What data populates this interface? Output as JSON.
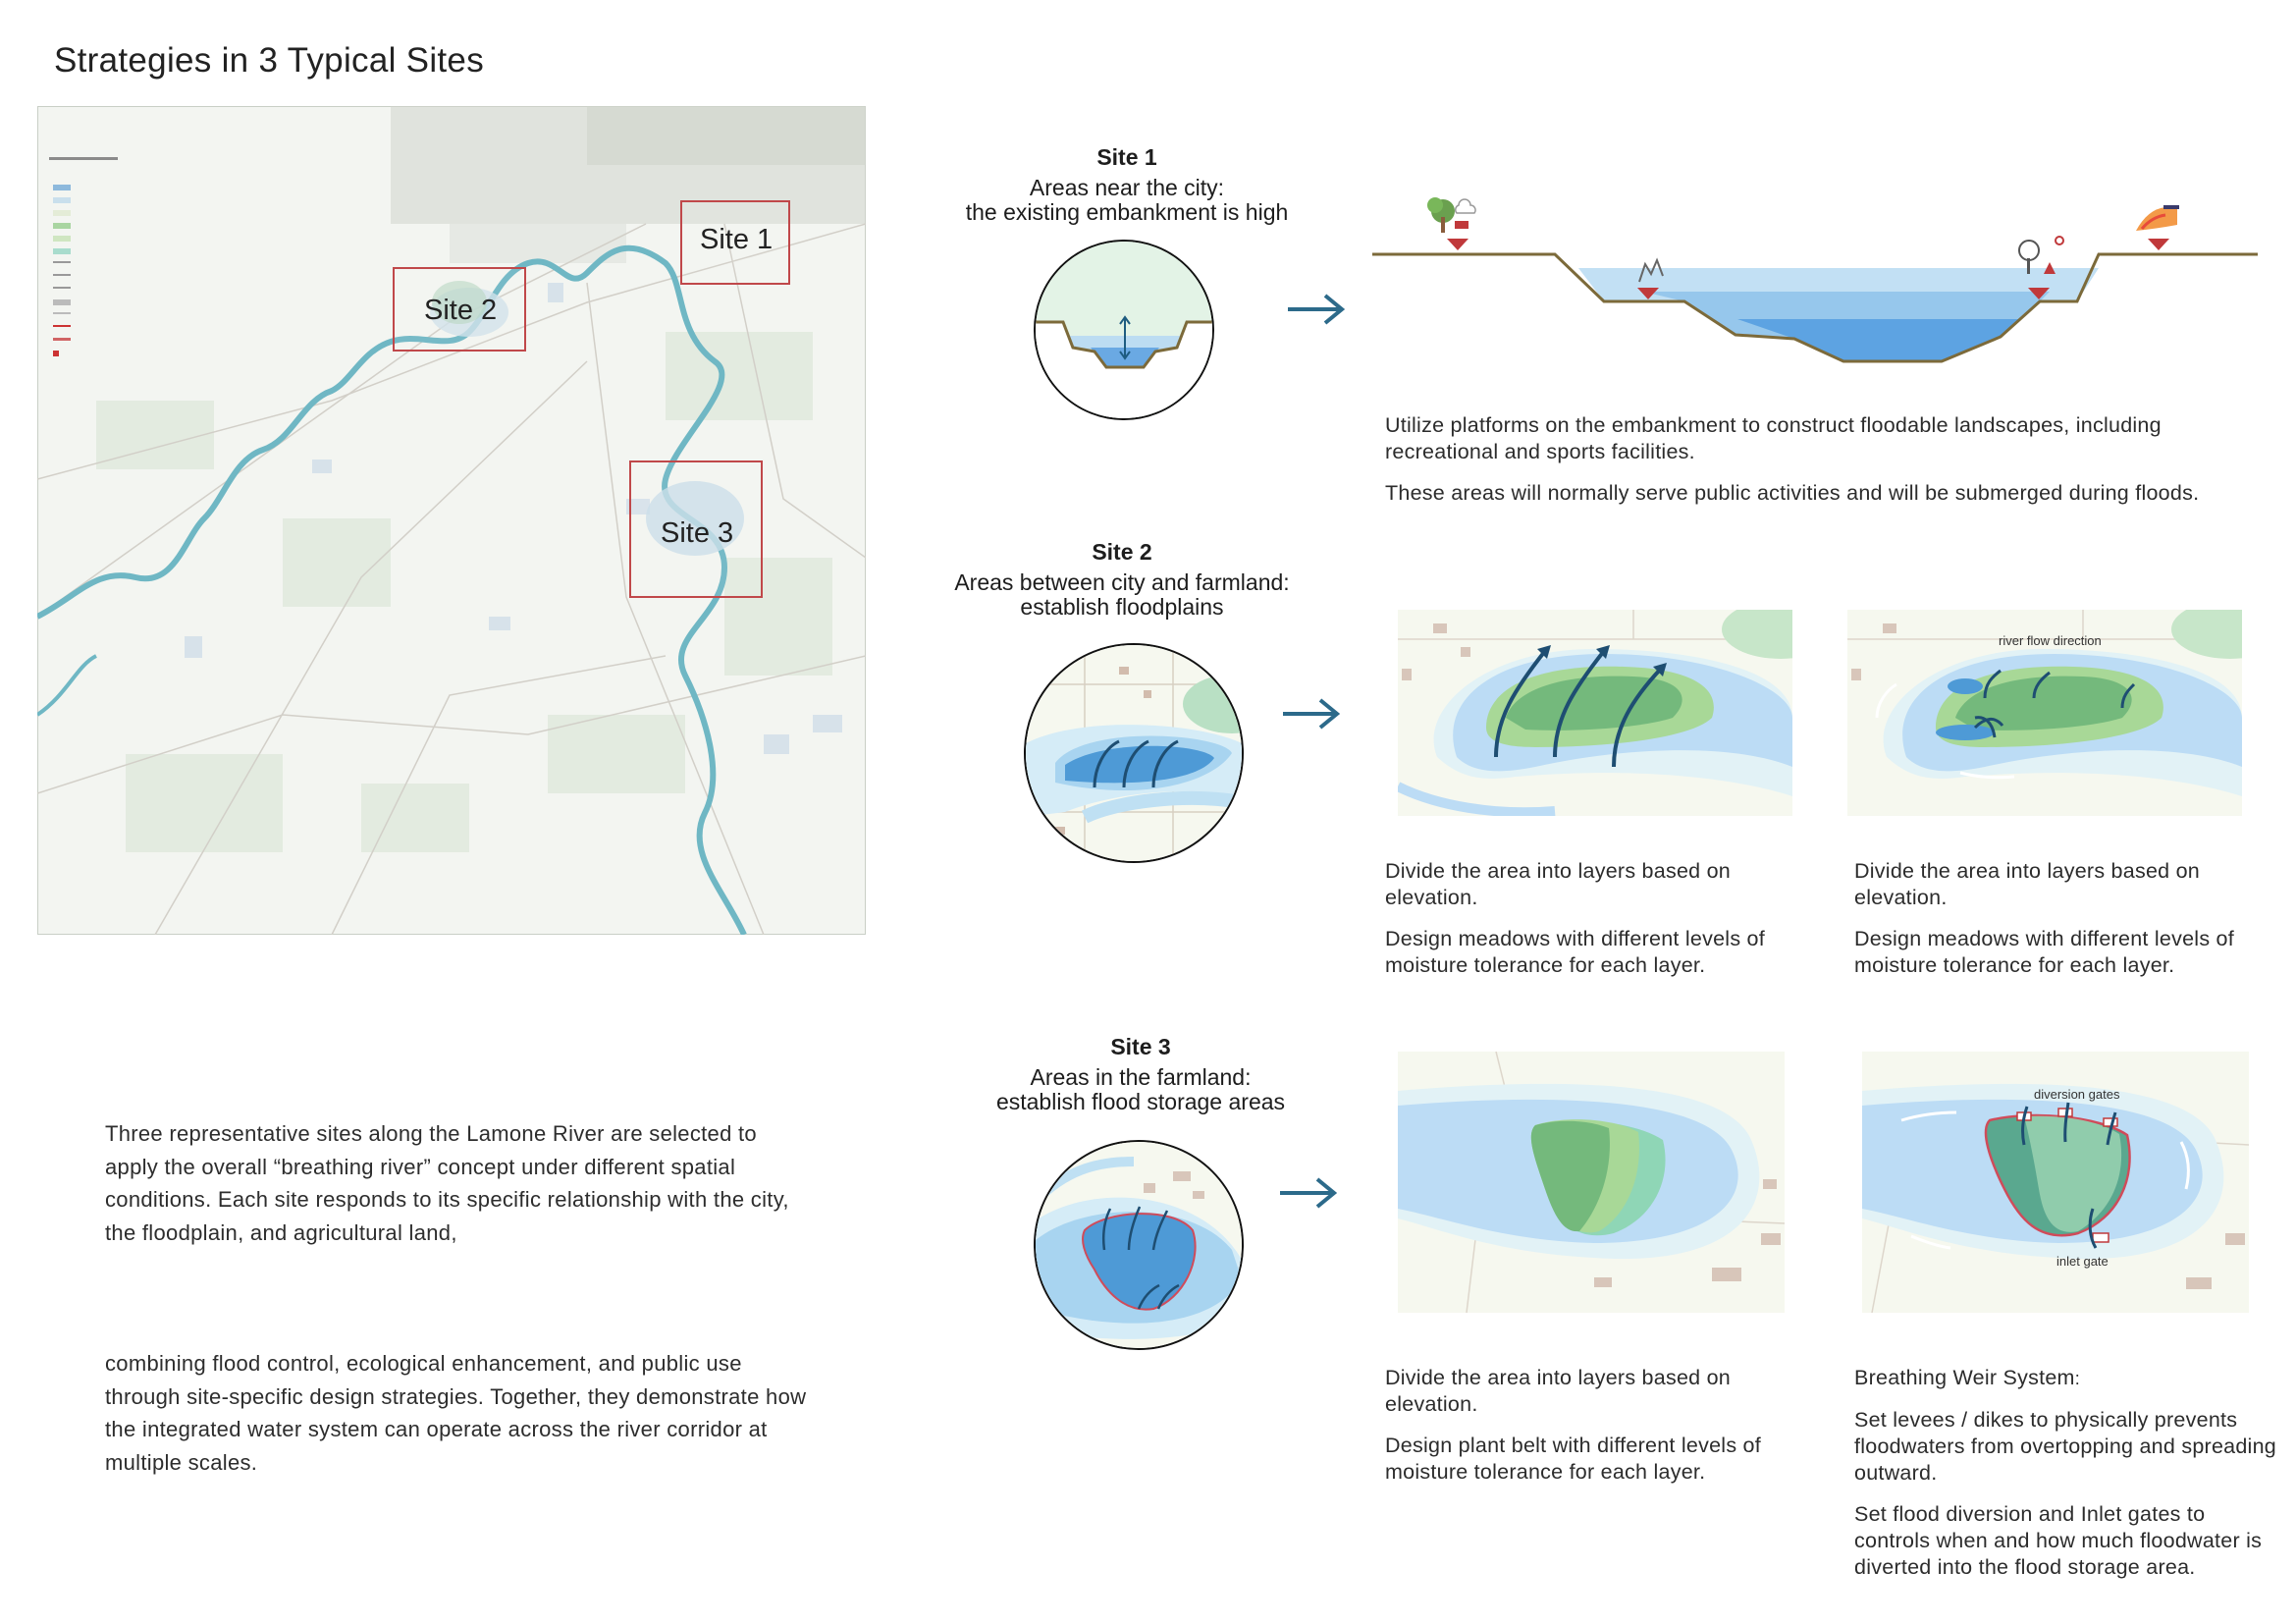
{
  "title": "Strategies in 3 Typical Sites",
  "map": {
    "site_labels": [
      "Site 1",
      "Site 2",
      "Site 3"
    ]
  },
  "intro": {
    "paragraph1": "Three representative sites along the Lamone River are selected to apply the overall “breathing river” concept under different spatial conditions. Each site responds to its specific relationship with the city, the floodplain, and agricultural land,",
    "paragraph2": "combining flood control, ecological enhancement, and public use through site-specific design strategies. Together, they demonstrate how the integrated water system can operate across the river corridor at multiple scales."
  },
  "site1": {
    "number": "Site 1",
    "heading_line1": "Areas near the city:",
    "heading_line2": "the existing embankment is high",
    "desc1": "Utilize platforms on the embankment to construct floodable landscapes, including recreational and sports facilities.",
    "desc2": "These areas will normally serve public activities and will be submerged during floods."
  },
  "site2": {
    "number": "Site 2",
    "heading_line1": "Areas between city and farmland:",
    "heading_line2": "establish floodplains",
    "flow_label": "river flow direction",
    "left_desc1": "Divide the area into layers based on elevation.",
    "left_desc2": "Design meadows with different levels of moisture tolerance for each layer.",
    "right_desc1": "Divide the area into layers based on elevation.",
    "right_desc2": "Design meadows with different levels of moisture tolerance for each layer."
  },
  "site3": {
    "number": "Site 3",
    "heading_line1": "Areas in the farmland:",
    "heading_line2": "establish flood storage areas",
    "diversion_label": "diversion gates",
    "inlet_label": "inlet gate",
    "left_desc1": "Divide the area into layers based on elevation.",
    "left_desc2": "Design plant belt with different levels of moisture tolerance for each layer.",
    "right_title": "Breathing Weir System",
    "right_title_suffix": ":",
    "right_desc1": "Set levees / dikes to physically prevents floodwaters from overtopping and spreading outward.",
    "right_desc2": "Set flood diversion and Inlet gates to controls when and how much floodwater is diverted into the flood storage area."
  },
  "colors": {
    "arrow": "#2c6a8a",
    "water_light": "#bcdcf2",
    "water_mid": "#8dc0ea",
    "water_deep": "#5a9fe0",
    "meadow_dark": "#74b97c",
    "meadow_light": "#a8d897",
    "frame_red": "#c0484a"
  }
}
